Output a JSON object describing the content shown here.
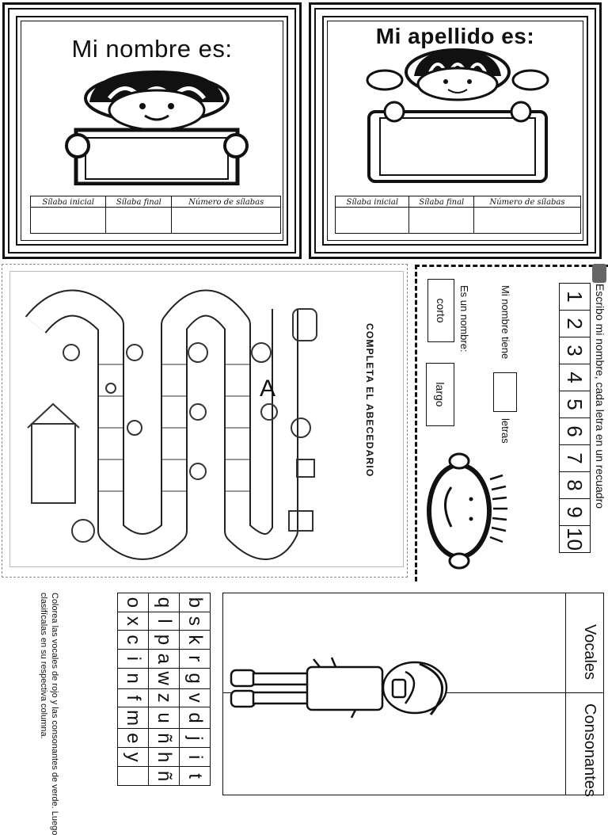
{
  "card_nombre": {
    "title": "Mi nombre es:",
    "table_headers": [
      "Sílaba inicial",
      "Sílaba final",
      "Número de sílabas"
    ]
  },
  "card_apellido": {
    "title": "Mi  apellido  es:",
    "table_headers": [
      "Sílaba inicial",
      "Sílaba final",
      "Número de sílabas"
    ]
  },
  "abecedario": {
    "title": "COMPLETA EL ABECEDARIO",
    "letter": "A"
  },
  "worksheet": {
    "instruction": "Escribo mi nombre, cada letra en un recuadro",
    "numbers": [
      "1",
      "2",
      "3",
      "4",
      "5",
      "6",
      "7",
      "8",
      "9",
      "10"
    ],
    "letters_prefix": "Mi nombre tiene",
    "letters_suffix": "letras",
    "question": "Es un nombre:",
    "option_short": "corto",
    "option_long": "largo"
  },
  "letters": {
    "rows": [
      [
        "b",
        "s",
        "k",
        "r",
        "g",
        "v",
        "d",
        "j",
        "i",
        "t"
      ],
      [
        "q",
        "l",
        "p",
        "a",
        "w",
        "z",
        "u",
        "ñ",
        "h",
        "ñ"
      ],
      [
        "o",
        "x",
        "c",
        "i",
        "n",
        "f",
        "m",
        "e",
        "y",
        ""
      ]
    ],
    "instruction_line1": "Colorea las vocales de rojo y las consonantes de verde. Luego",
    "instruction_line2": "clasifícalas en su respectiva columna."
  },
  "classify": {
    "col1": "Vocales",
    "col2": "Consonantes"
  }
}
